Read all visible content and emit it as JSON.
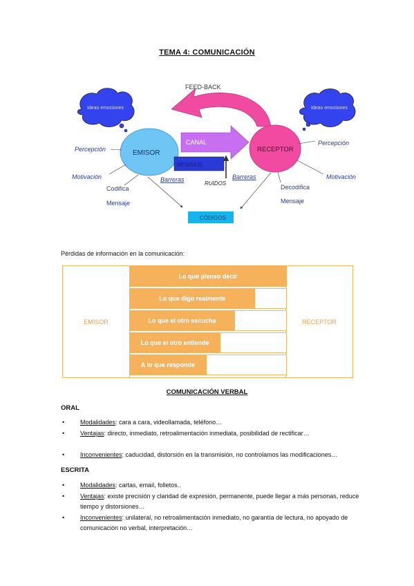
{
  "title": "TEMA 4: COMUNICACIÓN",
  "diagram": {
    "feedback": "FEED-BACK",
    "emisor": "EMISOR",
    "receptor": "RECEPTOR",
    "canal": "CANAL",
    "mensaje": "MENSAJE",
    "codigos": "CÓDIGOS",
    "ruidos": "RUIDOS",
    "barreras_left": "Barreras",
    "barreras_right": "Barreras",
    "percepcion_left": "Percepción",
    "motivacion_left": "Motivación",
    "codifica": "Codifica",
    "mensaje_left": "Mensaje",
    "percepcion_right": "Percepción",
    "motivacion_right": "Motivación",
    "decodifica": "Decodifica",
    "mensaje_right": "Mensaje",
    "cloud_left": "Ideas emociones",
    "cloud_right": "Ideas emociones",
    "colors": {
      "emisor": "#6fc6f5",
      "receptor": "#f04ba0",
      "canal": "#c86ef0",
      "cloud": "#3344ee",
      "codigos": "#18b3ec",
      "feedback": "#f04ba0",
      "mensaje": "#2a3ad6"
    }
  },
  "losses": {
    "label": "Pérdidas de información en la comunicación:",
    "left": "EMISOR",
    "right": "RECEPTOR",
    "rows": [
      {
        "text": "Lo que pienso decir",
        "fill": 1.0
      },
      {
        "text": "Lo que digo realmente",
        "fill": 0.8
      },
      {
        "text": "Lo que el otro escucha",
        "fill": 0.67
      },
      {
        "text": "Lo que el otro entiende",
        "fill": 0.58
      },
      {
        "text": "A lo que responde",
        "fill": 0.49
      }
    ]
  },
  "verbal": {
    "heading": "COMUNICACIÓN VERBAL",
    "oral": {
      "label": "ORAL",
      "items": [
        {
          "key": "Modalidades",
          "text": ": cara a cara, videollamada, teléfono…"
        },
        {
          "key": "Ventajas",
          "text": ": directo, inmediato, retroalimentación inmediata, posibilidad de rectificar…"
        },
        {
          "key": "Inconvenientes",
          "text": ": caducidad, distorsión en la transmisión, no controlamos las modificaciones…"
        }
      ]
    },
    "escrita": {
      "label": "ESCRITA",
      "items": [
        {
          "key": "Modalidades",
          "text": ": cartas, email, folletos.."
        },
        {
          "key": "Ventajas",
          "text": ": existe precisión y claridad de expresión, permanente, puede llegar a más personas, reduce tiempo y distorsiones…"
        },
        {
          "key": "Inconvenientes",
          "text": ": unilateral, no retroalimentación inmediato, no garantía de lectura, no apoyado de comunicación no verbal, interpretación…"
        }
      ]
    }
  }
}
